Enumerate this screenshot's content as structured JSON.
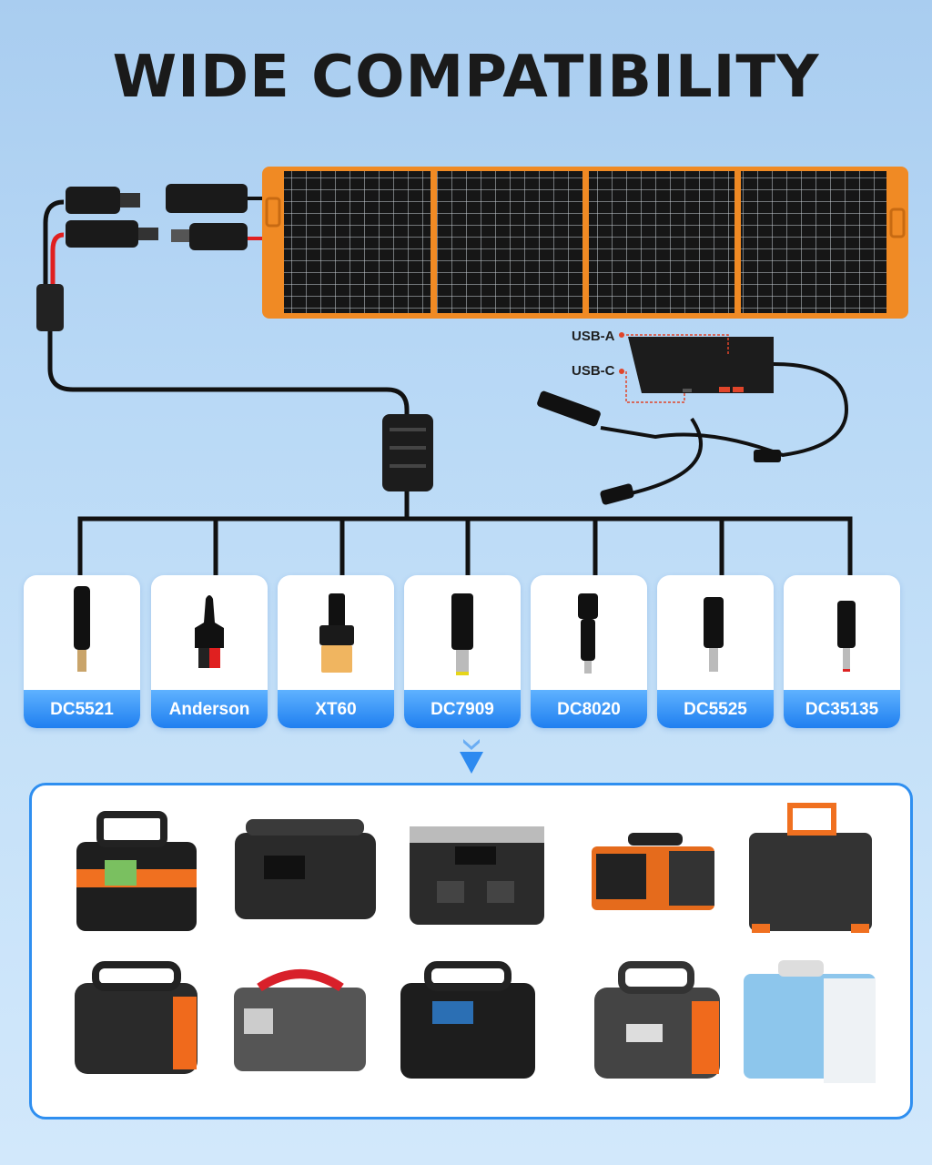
{
  "title": "WIDE COMPATIBILITY",
  "junction_box": {
    "usb_a_label": "USB-A",
    "usb_c_label": "USB-C"
  },
  "connectors": [
    {
      "label": "DC5521"
    },
    {
      "label": "Anderson"
    },
    {
      "label": "XT60"
    },
    {
      "label": "DC7909"
    },
    {
      "label": "DC8020"
    },
    {
      "label": "DC5525"
    },
    {
      "label": "DC35135"
    }
  ],
  "colors": {
    "accent_blue": "#1f7ff0",
    "panel_orange": "#f08a24",
    "title": "#1a1a1a"
  },
  "down_arrow_icon": "chevron-double-down"
}
